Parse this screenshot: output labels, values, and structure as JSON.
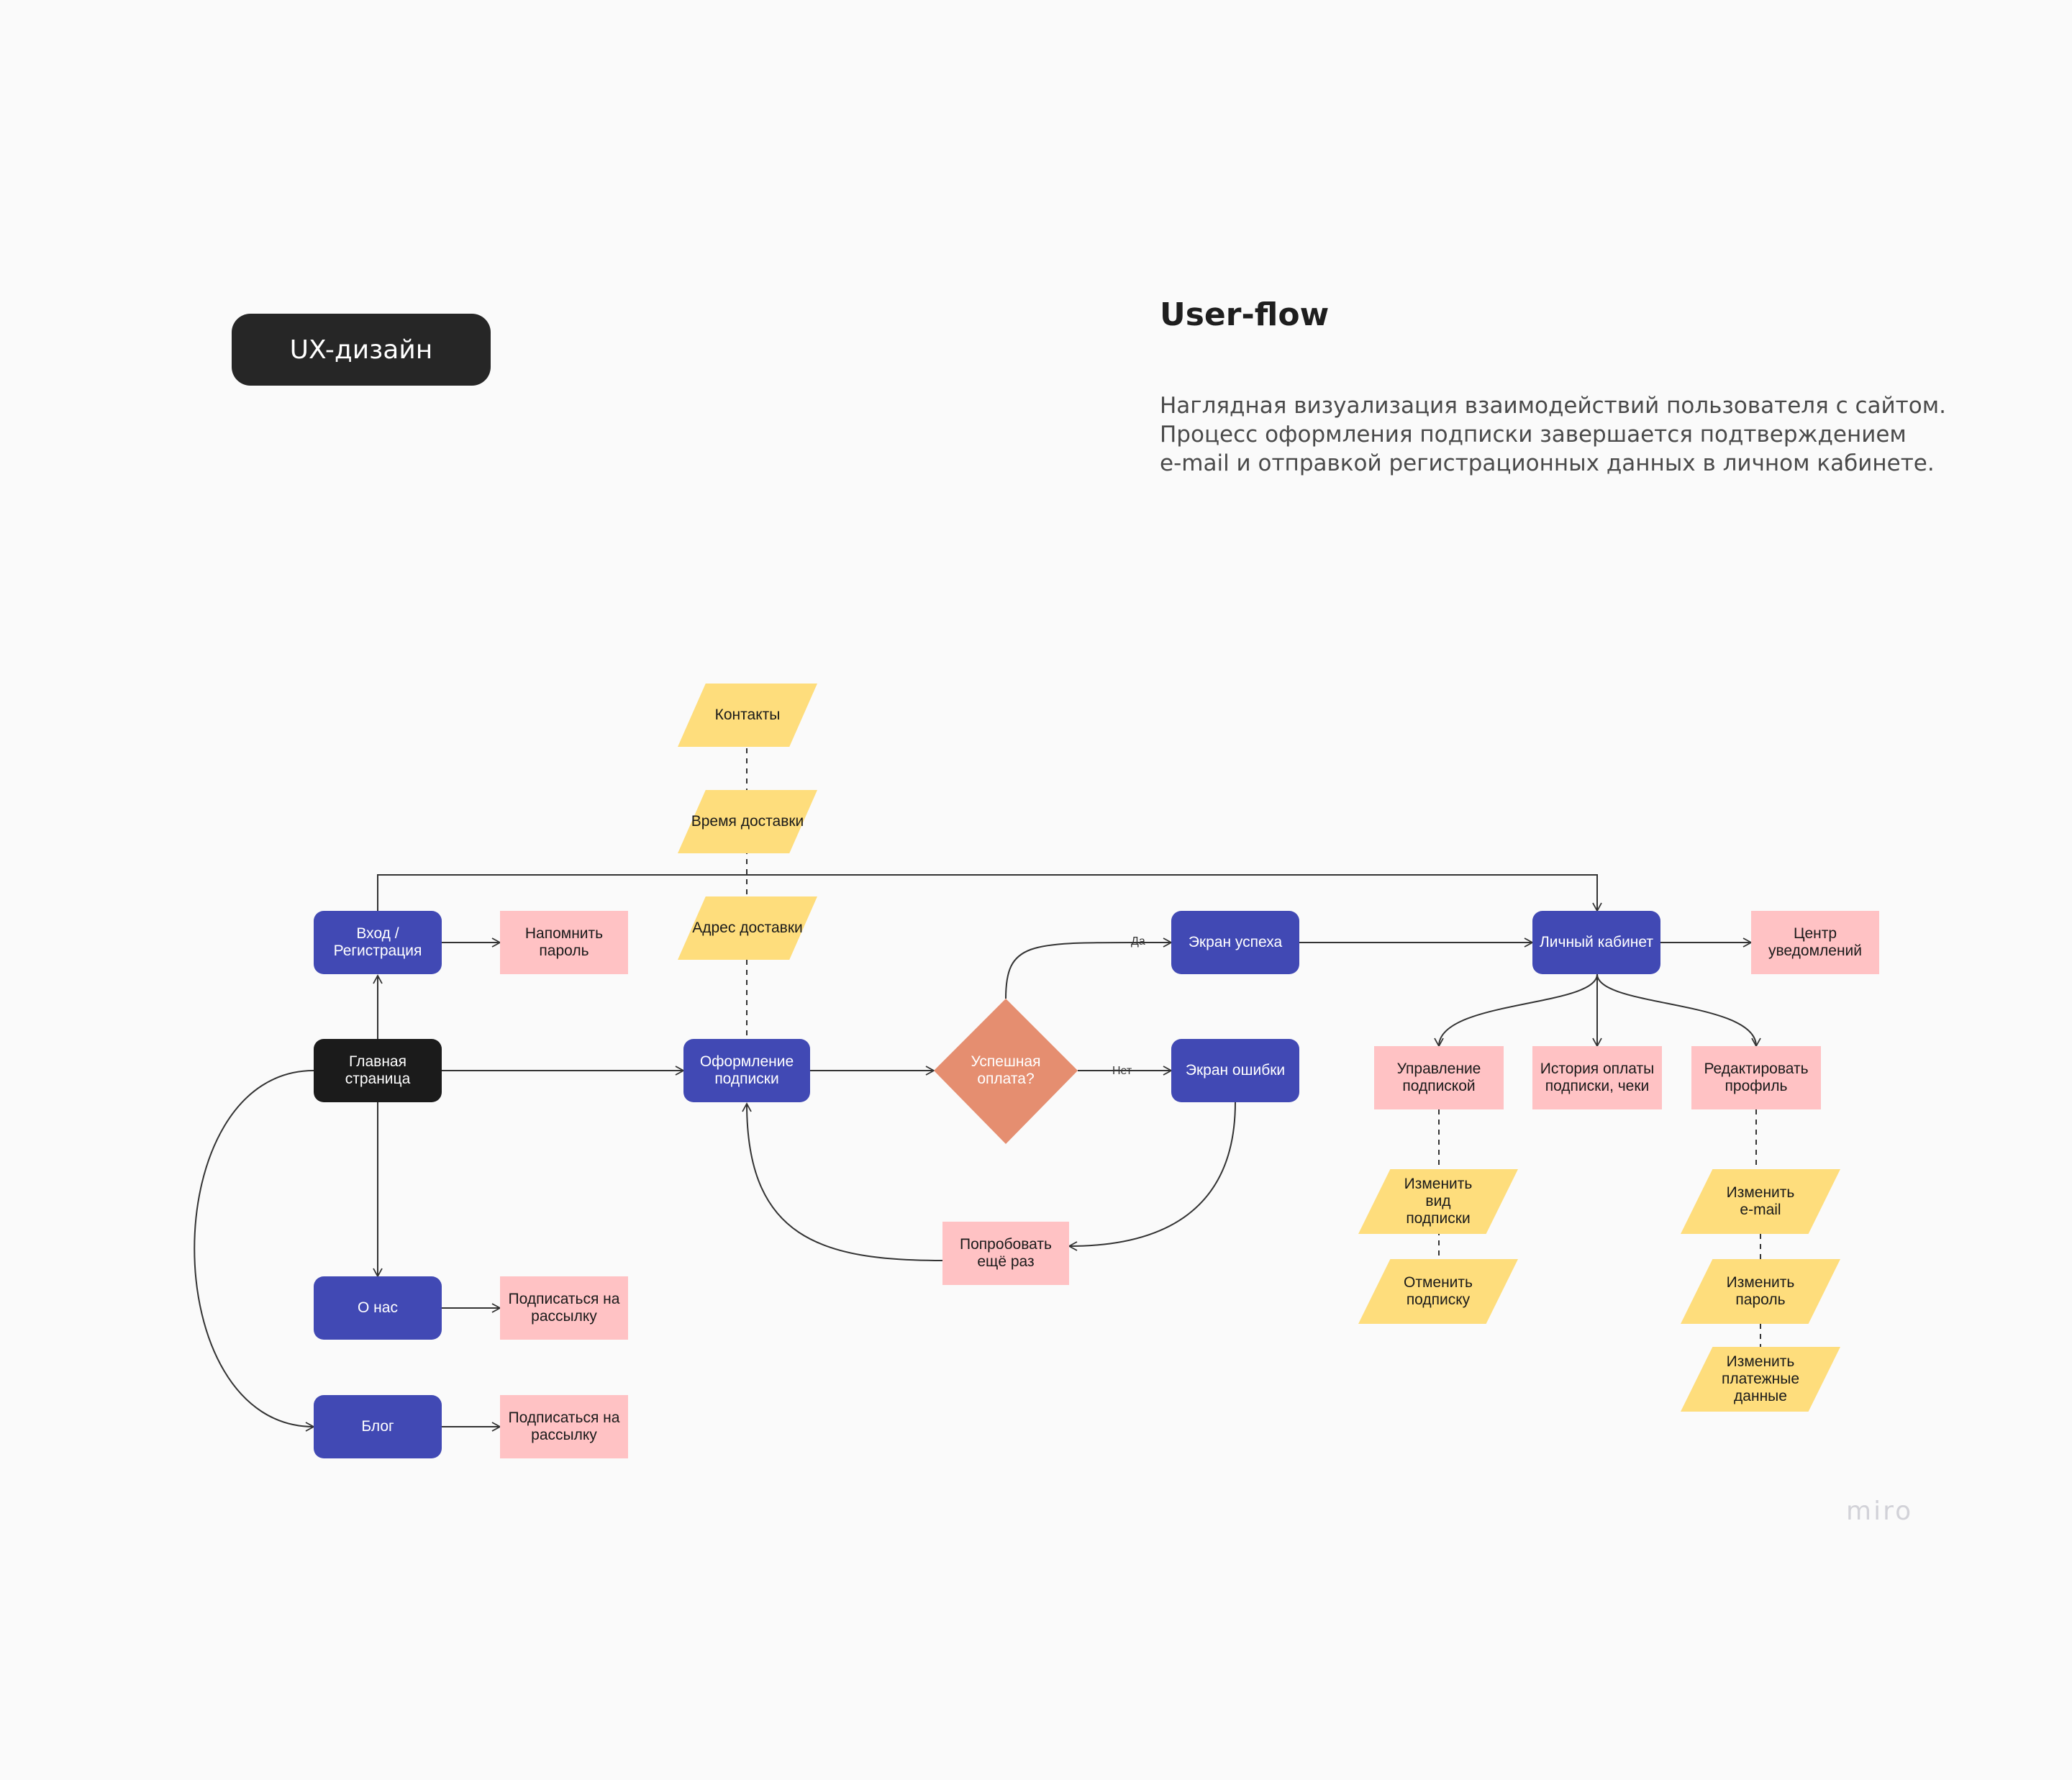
{
  "badge": "UX-дизайн",
  "title": "User-flow",
  "description": [
    "Наглядная визуализация взаимодействий пользователя с сайтом.",
    "Процесс оформления подписки завершается подтверждением",
    "e-mail и отправкой регистрационных данных в личном кабинете."
  ],
  "nodes": {
    "login": "Вход / Регистрация",
    "remind_password": "Напомнить пароль",
    "home": "Главная страница",
    "about": "О нас",
    "about_subscribe": "Подписаться на рассылку",
    "blog": "Блог",
    "blog_subscribe": "Подписаться на рассылку",
    "contacts": "Контакты",
    "delivery_time": "Время доставки",
    "delivery_address": "Адрес доставки",
    "checkout": "Оформление подписки",
    "payment_ok": "Успешная оплата?",
    "success_screen": "Экран успеха",
    "error_screen": "Экран ошибки",
    "retry": "Попробовать ещё раз",
    "account": "Личный кабинет",
    "notifications": "Центр уведомлений",
    "manage_subscription": "Управление подпиской",
    "payment_history": "История оплаты подписки, чеки",
    "edit_profile": "Редактировать профиль",
    "change_type": "Изменить вид подписки",
    "cancel_subscription": "Отменить подписку",
    "change_email": "Изменить e-mail",
    "change_password": "Изменить пароль",
    "change_payment": "Изменить платежные данные"
  },
  "edge_labels": {
    "yes": "Да",
    "no": "Нет"
  },
  "colors": {
    "primary_node": "#4149b4",
    "start_node": "#1b1b1b",
    "note": "#ffc2c4",
    "data_node": "#fedd7c",
    "decision": "#e58e70"
  },
  "watermark": "miro"
}
